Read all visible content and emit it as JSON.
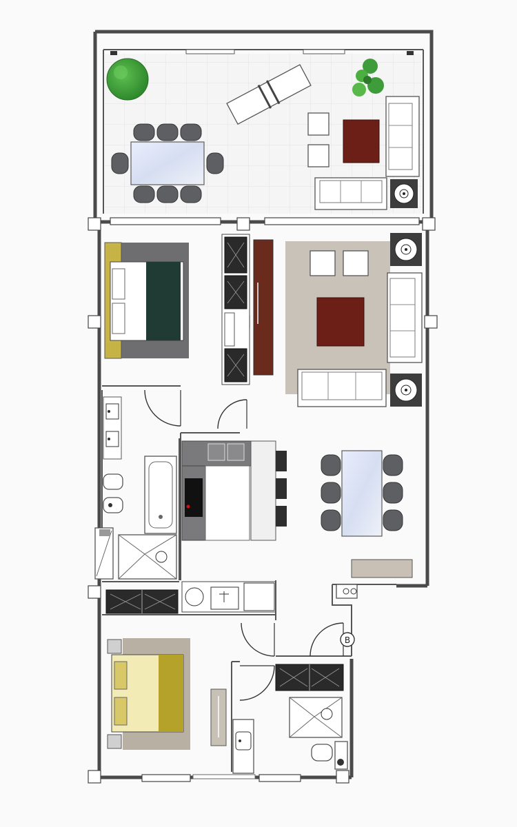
{
  "plan": {
    "marker_label": "B"
  },
  "colors": {
    "background": "#fafafa",
    "wall": "#4a4a4a",
    "terrace_floor": "#f4f4f4",
    "rug_grey": "#6e6e70",
    "rug_beige": "#c9c2b8",
    "rug_tan": "#b8b0a2",
    "table_wood": "#6b1f17",
    "bed_dark": "#1f3b34",
    "bed_yellow": "#b5a22a",
    "accent_wood": "#6a2a1c",
    "plant_green": "#3e9c3a",
    "glass_table": "#dfe6f5"
  },
  "rooms": [
    {
      "id": "terrace",
      "name": ""
    },
    {
      "id": "master-bedroom",
      "name": ""
    },
    {
      "id": "living-room",
      "name": ""
    },
    {
      "id": "dining-area",
      "name": ""
    },
    {
      "id": "kitchen",
      "name": ""
    },
    {
      "id": "bathroom-1",
      "name": ""
    },
    {
      "id": "bathroom-2",
      "name": ""
    },
    {
      "id": "bedroom-2",
      "name": ""
    }
  ]
}
